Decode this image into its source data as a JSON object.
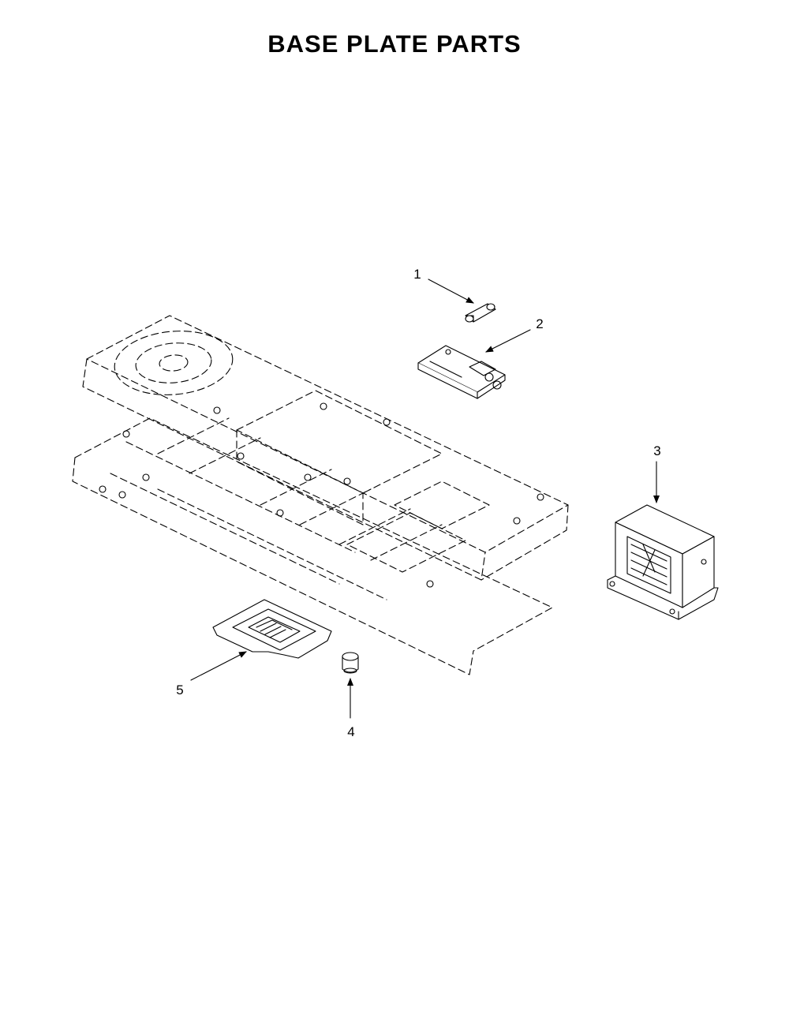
{
  "title": "BASE PLATE PARTS",
  "callouts": [
    {
      "id": "1",
      "label": "1",
      "part": "fuse"
    },
    {
      "id": "2",
      "label": "2",
      "part": "fuse-holder"
    },
    {
      "id": "3",
      "label": "3",
      "part": "transformer"
    },
    {
      "id": "4",
      "label": "4",
      "part": "foot"
    },
    {
      "id": "5",
      "label": "5",
      "part": "cover-plate"
    }
  ]
}
